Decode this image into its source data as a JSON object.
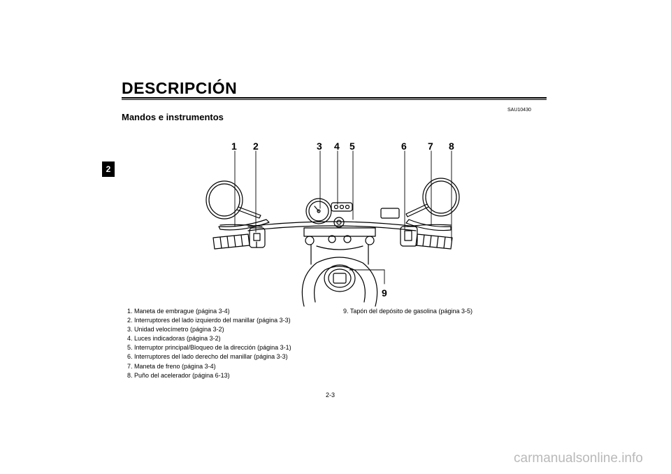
{
  "header": {
    "title": "DESCRIPCIÓN",
    "chapter_tab": "2",
    "section_code": "SAU10430",
    "subtitle": "Mandos e instrumentos"
  },
  "figure": {
    "callouts": [
      "1",
      "2",
      "3",
      "4",
      "5",
      "6",
      "7",
      "8",
      "9"
    ]
  },
  "legend": {
    "left": [
      "1. Maneta de embrague (página 3-4)",
      "2. Interruptores del lado izquierdo del manillar (página 3-3)",
      "3. Unidad velocímetro (página 3-2)",
      "4. Luces indicadoras (página 3-2)",
      "5. Interruptor principal/Bloqueo de la dirección (página 3-1)",
      "6. Interruptores del lado derecho del manillar (página 3-3)",
      "7. Maneta de freno (página 3-4)",
      "8. Puño del acelerador (página 6-13)"
    ],
    "right": [
      "9. Tapón del depósito de gasolina (página 3-5)"
    ]
  },
  "footer": {
    "page_number": "2-3",
    "watermark": "carmanualsonline.info"
  }
}
